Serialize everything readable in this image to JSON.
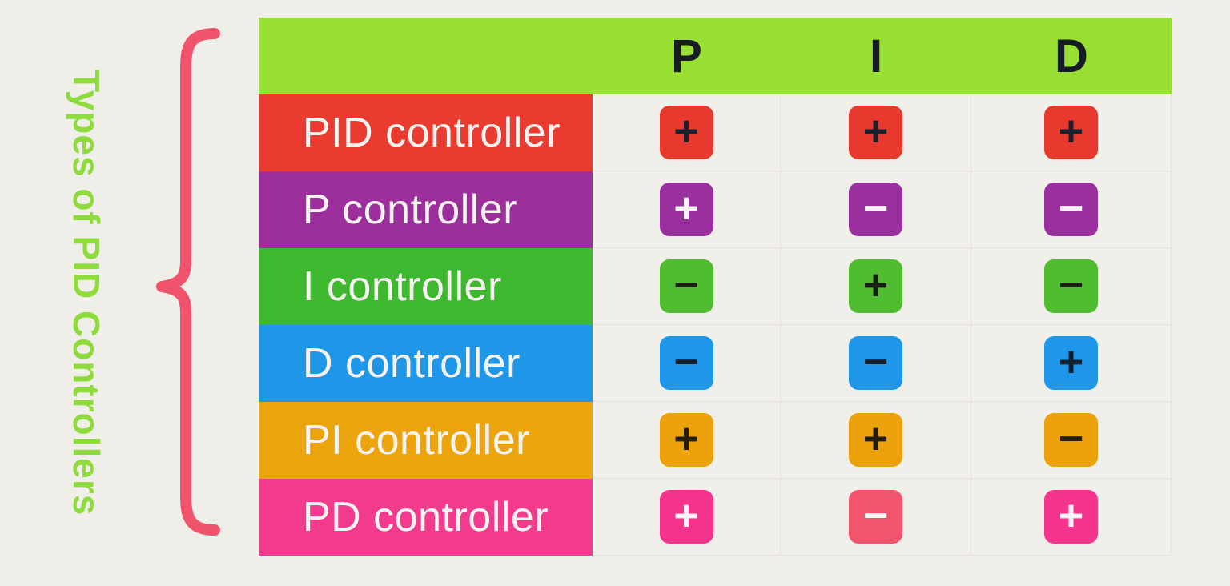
{
  "page": {
    "background": "#f0eee9",
    "grid_line_color": "#e3e0da",
    "cell_background": "#f1efea"
  },
  "side_label": {
    "text": "Types of PID Controllers",
    "color": "#8edc3b"
  },
  "brace": {
    "color": "#f2536c"
  },
  "table": {
    "header": {
      "bg": "#9adf33",
      "text_color": "#171b26",
      "columns": [
        "P",
        "I",
        "D"
      ]
    },
    "rows": [
      {
        "label": "PID controller",
        "row_color": "#e93b2f",
        "label_text_color": "#f7f3f0",
        "cells": [
          {
            "sign": "+",
            "bg": "#e8392e",
            "sign_color": "#1c202b"
          },
          {
            "sign": "+",
            "bg": "#e8392e",
            "sign_color": "#1c202b"
          },
          {
            "sign": "+",
            "bg": "#e8392e",
            "sign_color": "#1c202b"
          }
        ]
      },
      {
        "label": "P controller",
        "row_color": "#9c2f9c",
        "label_text_color": "#f7f3f0",
        "cells": [
          {
            "sign": "+",
            "bg": "#9a2f9e",
            "sign_color": "#f8f1f8"
          },
          {
            "sign": "−",
            "bg": "#9a2f9e",
            "sign_color": "#f8f1f8"
          },
          {
            "sign": "−",
            "bg": "#9a2f9e",
            "sign_color": "#f8f1f8"
          }
        ]
      },
      {
        "label": "I controller",
        "row_color": "#3eb82e",
        "label_text_color": "#f7f3f0",
        "cells": [
          {
            "sign": "−",
            "bg": "#50bd31",
            "sign_color": "#17210f"
          },
          {
            "sign": "+",
            "bg": "#50bd31",
            "sign_color": "#17210f"
          },
          {
            "sign": "−",
            "bg": "#50bd31",
            "sign_color": "#17210f"
          }
        ]
      },
      {
        "label": "D controller",
        "row_color": "#1f97e8",
        "label_text_color": "#f7f3f0",
        "cells": [
          {
            "sign": "−",
            "bg": "#1e97ea",
            "sign_color": "#10202c"
          },
          {
            "sign": "−",
            "bg": "#1e97ea",
            "sign_color": "#10202c"
          },
          {
            "sign": "+",
            "bg": "#1e97ea",
            "sign_color": "#10202c"
          }
        ]
      },
      {
        "label": "PI controller",
        "row_color": "#eca40d",
        "label_text_color": "#f7f3f0",
        "cells": [
          {
            "sign": "+",
            "bg": "#eba20c",
            "sign_color": "#231c06"
          },
          {
            "sign": "+",
            "bg": "#eba20c",
            "sign_color": "#231c06"
          },
          {
            "sign": "−",
            "bg": "#eba20c",
            "sign_color": "#231c06"
          }
        ]
      },
      {
        "label": "PD controller",
        "row_color": "#f23b8c",
        "label_text_color": "#f7f3f0",
        "cells": [
          {
            "sign": "+",
            "bg": "#f5338c",
            "sign_color": "#fbf3f6"
          },
          {
            "sign": "−",
            "bg": "#f2546e",
            "sign_color": "#fbf3f6"
          },
          {
            "sign": "+",
            "bg": "#f5348d",
            "sign_color": "#fbf3f6"
          }
        ]
      }
    ]
  }
}
